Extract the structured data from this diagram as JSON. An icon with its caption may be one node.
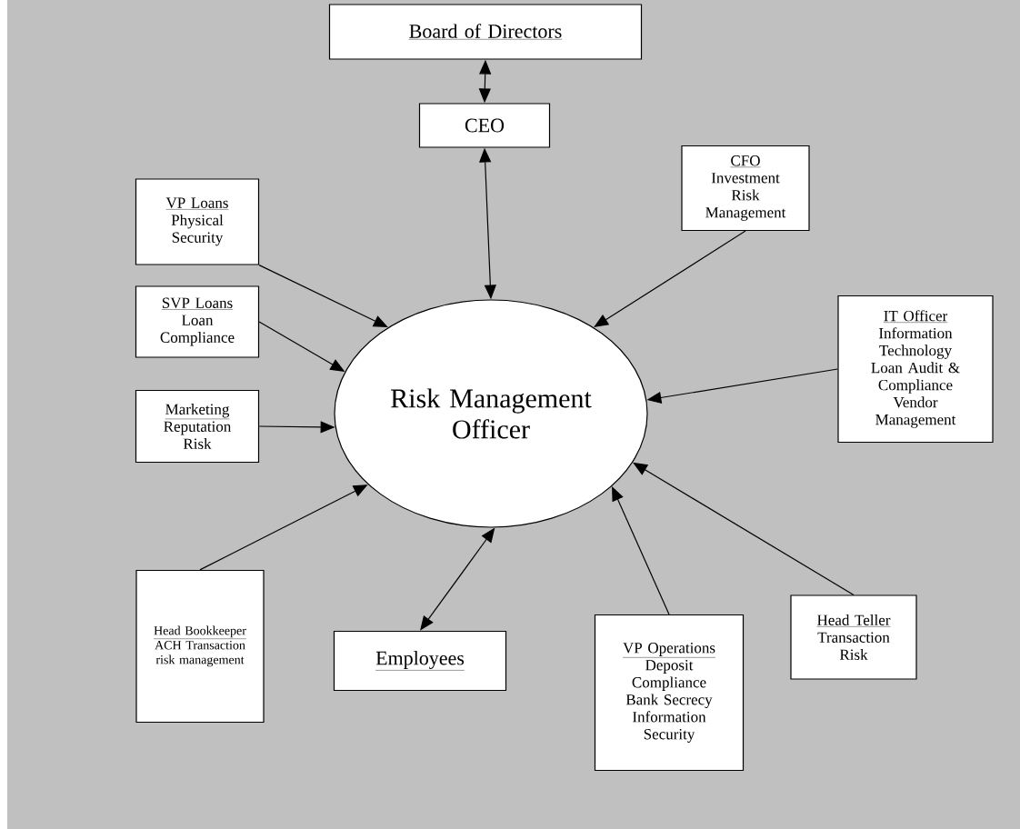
{
  "diagram": {
    "nodes": [
      {
        "text": [
          "Risk Management Officer"
        ]
      },
      {
        "text": [
          "Board of Directors"
        ]
      },
      {
        "text": [
          "CEO"
        ]
      },
      {
        "text": [
          "VP Loans",
          "Physical Security"
        ]
      },
      {
        "text": [
          "CFO",
          "Investment Risk Management"
        ]
      },
      {
        "text": [
          "SVP Loans",
          "Loan Compliance"
        ]
      },
      {
        "text": [
          "IT Officer",
          "Information Technology Loan Audit & Compliance Vendor Management"
        ]
      },
      {
        "text": [
          "Marketing",
          "Reputation Risk"
        ]
      },
      {
        "text": [
          "Head Bookkeeper",
          "ACH Transaction risk management"
        ]
      },
      {
        "text": [
          "Employees"
        ]
      },
      {
        "text": [
          "VP Operations",
          "Deposit Compliance Bank Secrecy Information Security"
        ]
      },
      {
        "text": [
          "Head Teller",
          "Transaction Risk"
        ]
      }
    ],
    "edges": [
      {
        "from": 1,
        "to": 2,
        "arrow": "both"
      },
      {
        "from": 2,
        "to": 0,
        "arrow": "both"
      },
      {
        "from": 3,
        "to": 0,
        "arrow": "to"
      },
      {
        "from": 4,
        "to": 0,
        "arrow": "to"
      },
      {
        "from": 5,
        "to": 0,
        "arrow": "to"
      },
      {
        "from": 6,
        "to": 0,
        "arrow": "to"
      },
      {
        "from": 7,
        "to": 0,
        "arrow": "to"
      },
      {
        "from": 8,
        "to": 0,
        "arrow": "to"
      },
      {
        "from": 9,
        "to": 0,
        "arrow": "both"
      },
      {
        "from": 10,
        "to": 0,
        "arrow": "to"
      },
      {
        "from": 11,
        "to": 0,
        "arrow": "to"
      }
    ]
  }
}
